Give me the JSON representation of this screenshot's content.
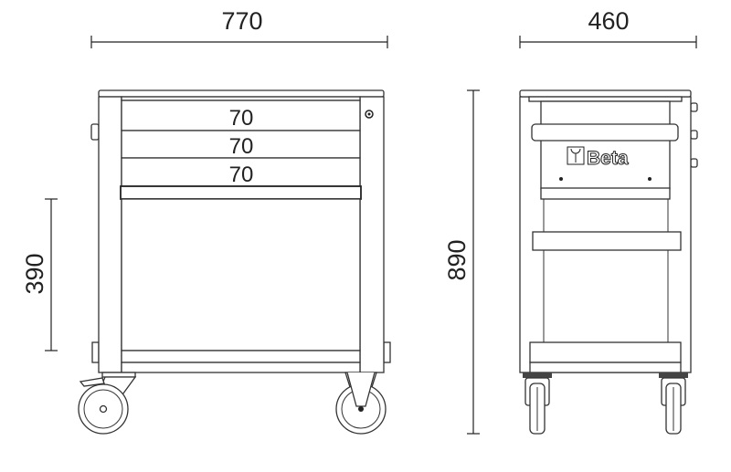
{
  "dimensions": {
    "front_width": "770",
    "side_depth": "460",
    "total_height": "890",
    "lower_compartment_height": "390",
    "drawer_heights": [
      "70",
      "70",
      "70"
    ]
  },
  "brand": {
    "logo_text": "Beta"
  },
  "colors": {
    "line": "#333333",
    "background": "#ffffff"
  }
}
